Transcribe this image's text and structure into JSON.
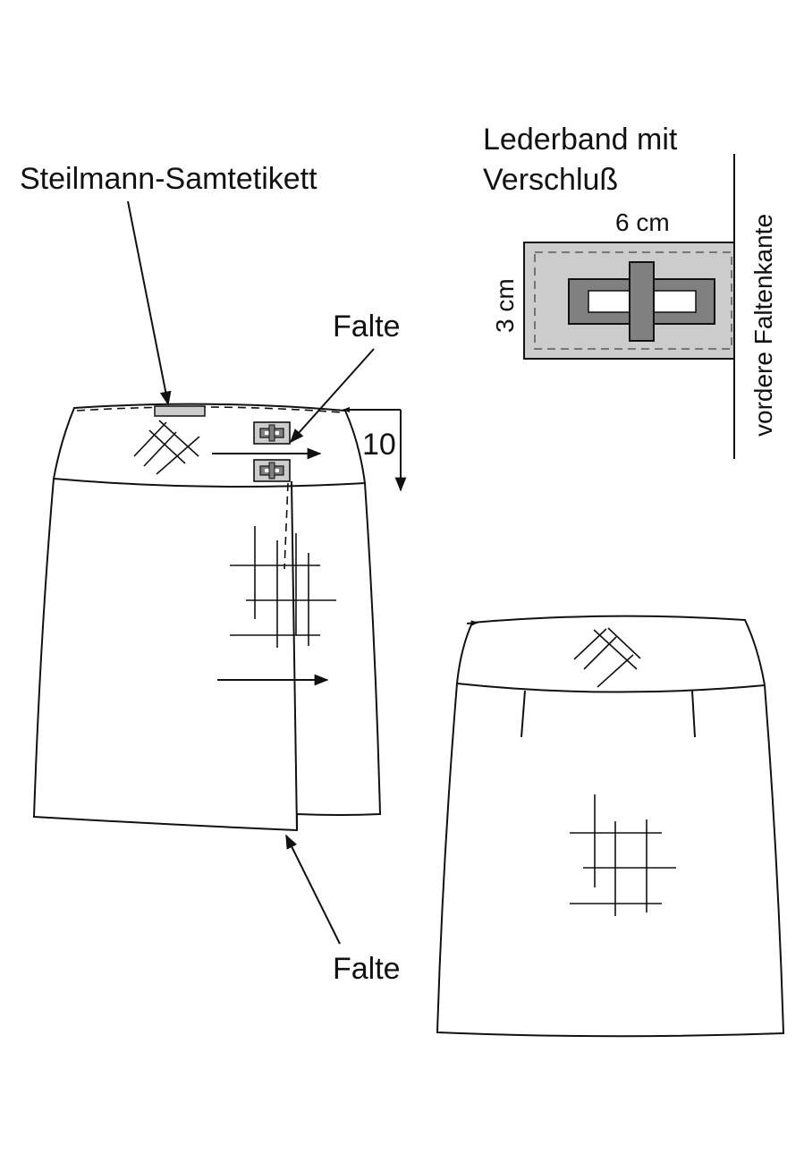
{
  "labels": {
    "label_top_left": "Steilmann-Samtetikett",
    "leather_title_line1": "Lederband mit",
    "leather_title_line2": "Verschluß",
    "width_dim": "6 cm",
    "height_dim": "3 cm",
    "side_label": "vordere Faltenkante",
    "fold_top": "Falte",
    "fold_bottom": "Falte",
    "ten_dim": "10"
  },
  "colors": {
    "line": "#111111",
    "leather_fill": "#cccccc",
    "buckle_fill": "#808080",
    "window_fill": "#ffffff"
  }
}
